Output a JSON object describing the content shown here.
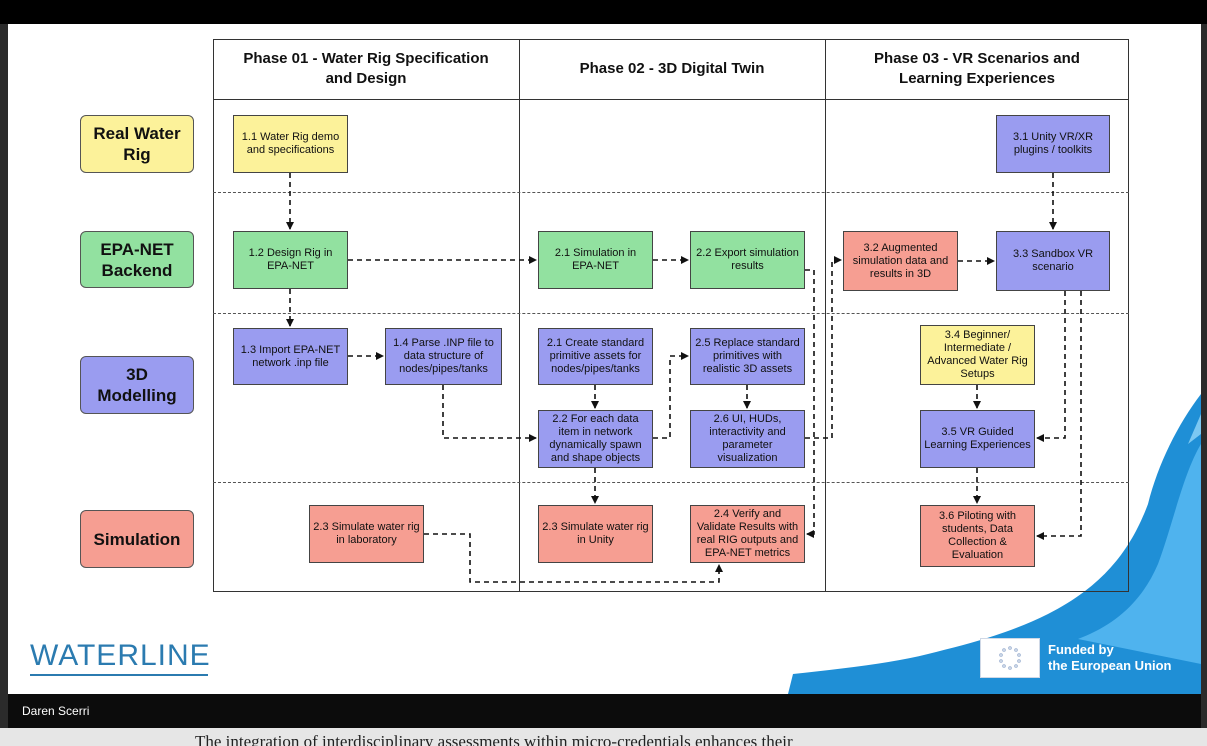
{
  "phases": [
    "Phase 01 - Water Rig Specification\nand Design",
    "Phase 02 - 3D Digital Twin",
    "Phase 03 - VR Scenarios and\nLearning Experiences"
  ],
  "lanes": [
    "Real Water\nRig",
    "EPA-NET\nBackend",
    "3D\nModelling",
    "Simulation"
  ],
  "boxes": {
    "b11": "1.1 Water Rig demo\nand specifications",
    "b12": "1.2 Design Rig in\nEPA-NET",
    "b13": "1.3 Import EPA-NET\nnetwork .inp file",
    "b14": "1.4 Parse .INP file to\ndata structure of\nnodes/pipes/tanks",
    "b23a": "2.3 Simulate water rig\nin laboratory",
    "b21a": "2.1 Simulation in\nEPA-NET",
    "b22a": "2.2 Export simulation\nresults",
    "b21b": "2.1 Create standard\nprimitive assets for\nnodes/pipes/tanks",
    "b25": "2.5 Replace standard\nprimitives with\nrealistic 3D assets",
    "b22b": "2.2 For each data\nitem in network\ndynamically spawn\nand shape objects",
    "b26": "2.6 UI, HUDs,\ninteractivity and\nparameter\nvisualization",
    "b23b": "2.3 Simulate water rig\nin Unity",
    "b24": "2.4 Verify and\nValidate Results with\nreal RIG outputs and\nEPA-NET metrics",
    "b31": "3.1 Unity VR/XR\nplugins / toolkits",
    "b32": "3.2 Augmented\nsimulation data and\nresults in 3D",
    "b33": "3.3 Sandbox VR\nscenario",
    "b34": "3.4 Beginner/\nIntermediate /\nAdvanced Water Rig\nSetups",
    "b35": "3.5  VR Guided\nLearning Experiences",
    "b36": "3.6 Piloting with\nstudents, Data\nCollection &\nEvaluation"
  },
  "branding": {
    "logo": "WATERLINE",
    "eu_funding": "Funded by\nthe European Union"
  },
  "speaker": "Daren Scerri",
  "caption": "The integration of interdisciplinary assessments within micro-credentials enhances their",
  "colors": {
    "yellow": "#fcf29a",
    "green": "#92e1a0",
    "purple": "#9a9cf0",
    "salmon": "#f69e92",
    "brand_blue": "#2b7bb0"
  }
}
